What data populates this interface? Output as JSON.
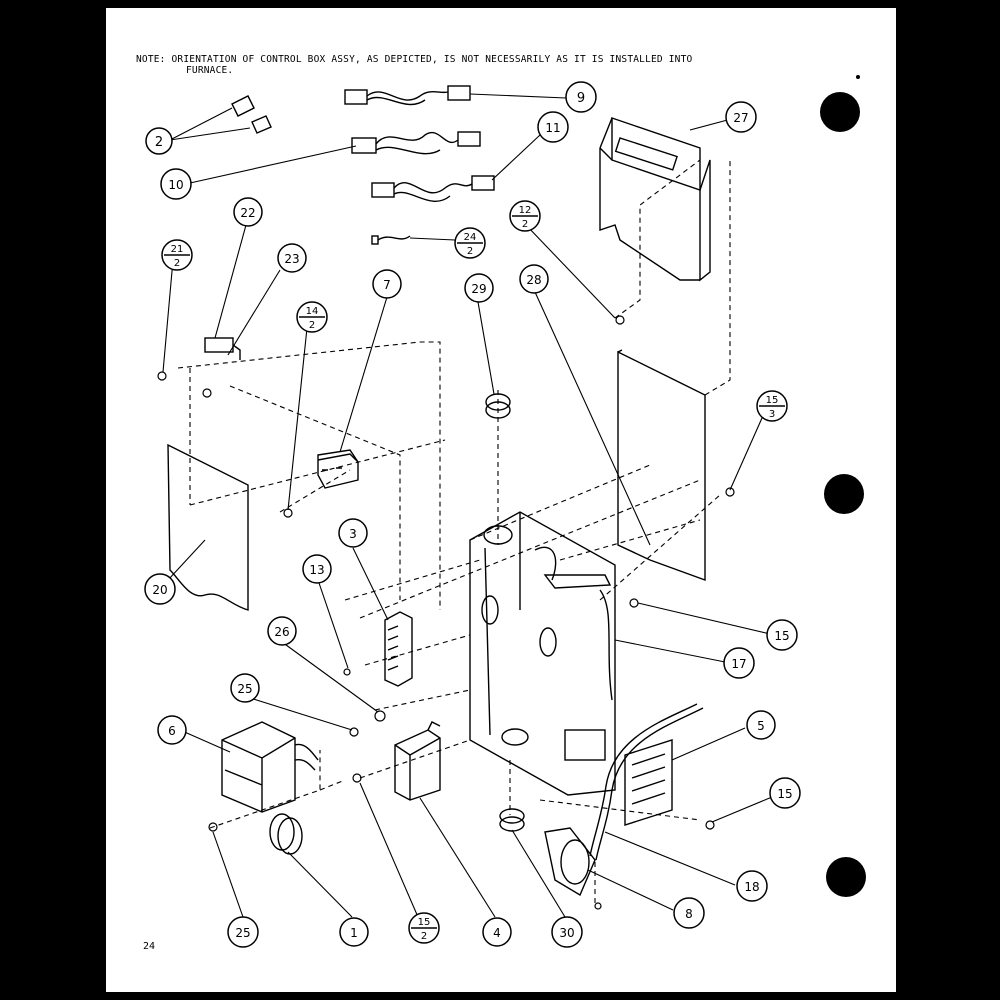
{
  "note": {
    "line1": "NOTE:  ORIENTATION OF CONTROL BOX ASSY, AS DEPICTED, IS NOT NECESSARILY AS IT IS INSTALLED INTO",
    "line2": "FURNACE."
  },
  "page_number": "24",
  "callouts": {
    "c1": "1",
    "c2": "2",
    "c3": "3",
    "c4": "4",
    "c5": "5",
    "c6": "6",
    "c7": "7",
    "c8": "8",
    "c9": "9",
    "c10": "10",
    "c11": "11",
    "c13": "13",
    "c15a": "15",
    "c15b": "15",
    "c17": "17",
    "c18": "18",
    "c20": "20",
    "c22": "22",
    "c23": "23",
    "c25a": "25",
    "c25b": "25",
    "c26": "26",
    "c27": "27",
    "c28": "28",
    "c29": "29",
    "c30": "30"
  },
  "fractions": {
    "f12": {
      "num": "12",
      "den": "2"
    },
    "f15_3": {
      "num": "15",
      "den": "3"
    },
    "f14": {
      "num": "14",
      "den": "2"
    },
    "f21": {
      "num": "21",
      "den": "2"
    },
    "f24": {
      "num": "24",
      "den": "2"
    },
    "f15_2": {
      "num": "15",
      "den": "2"
    }
  }
}
